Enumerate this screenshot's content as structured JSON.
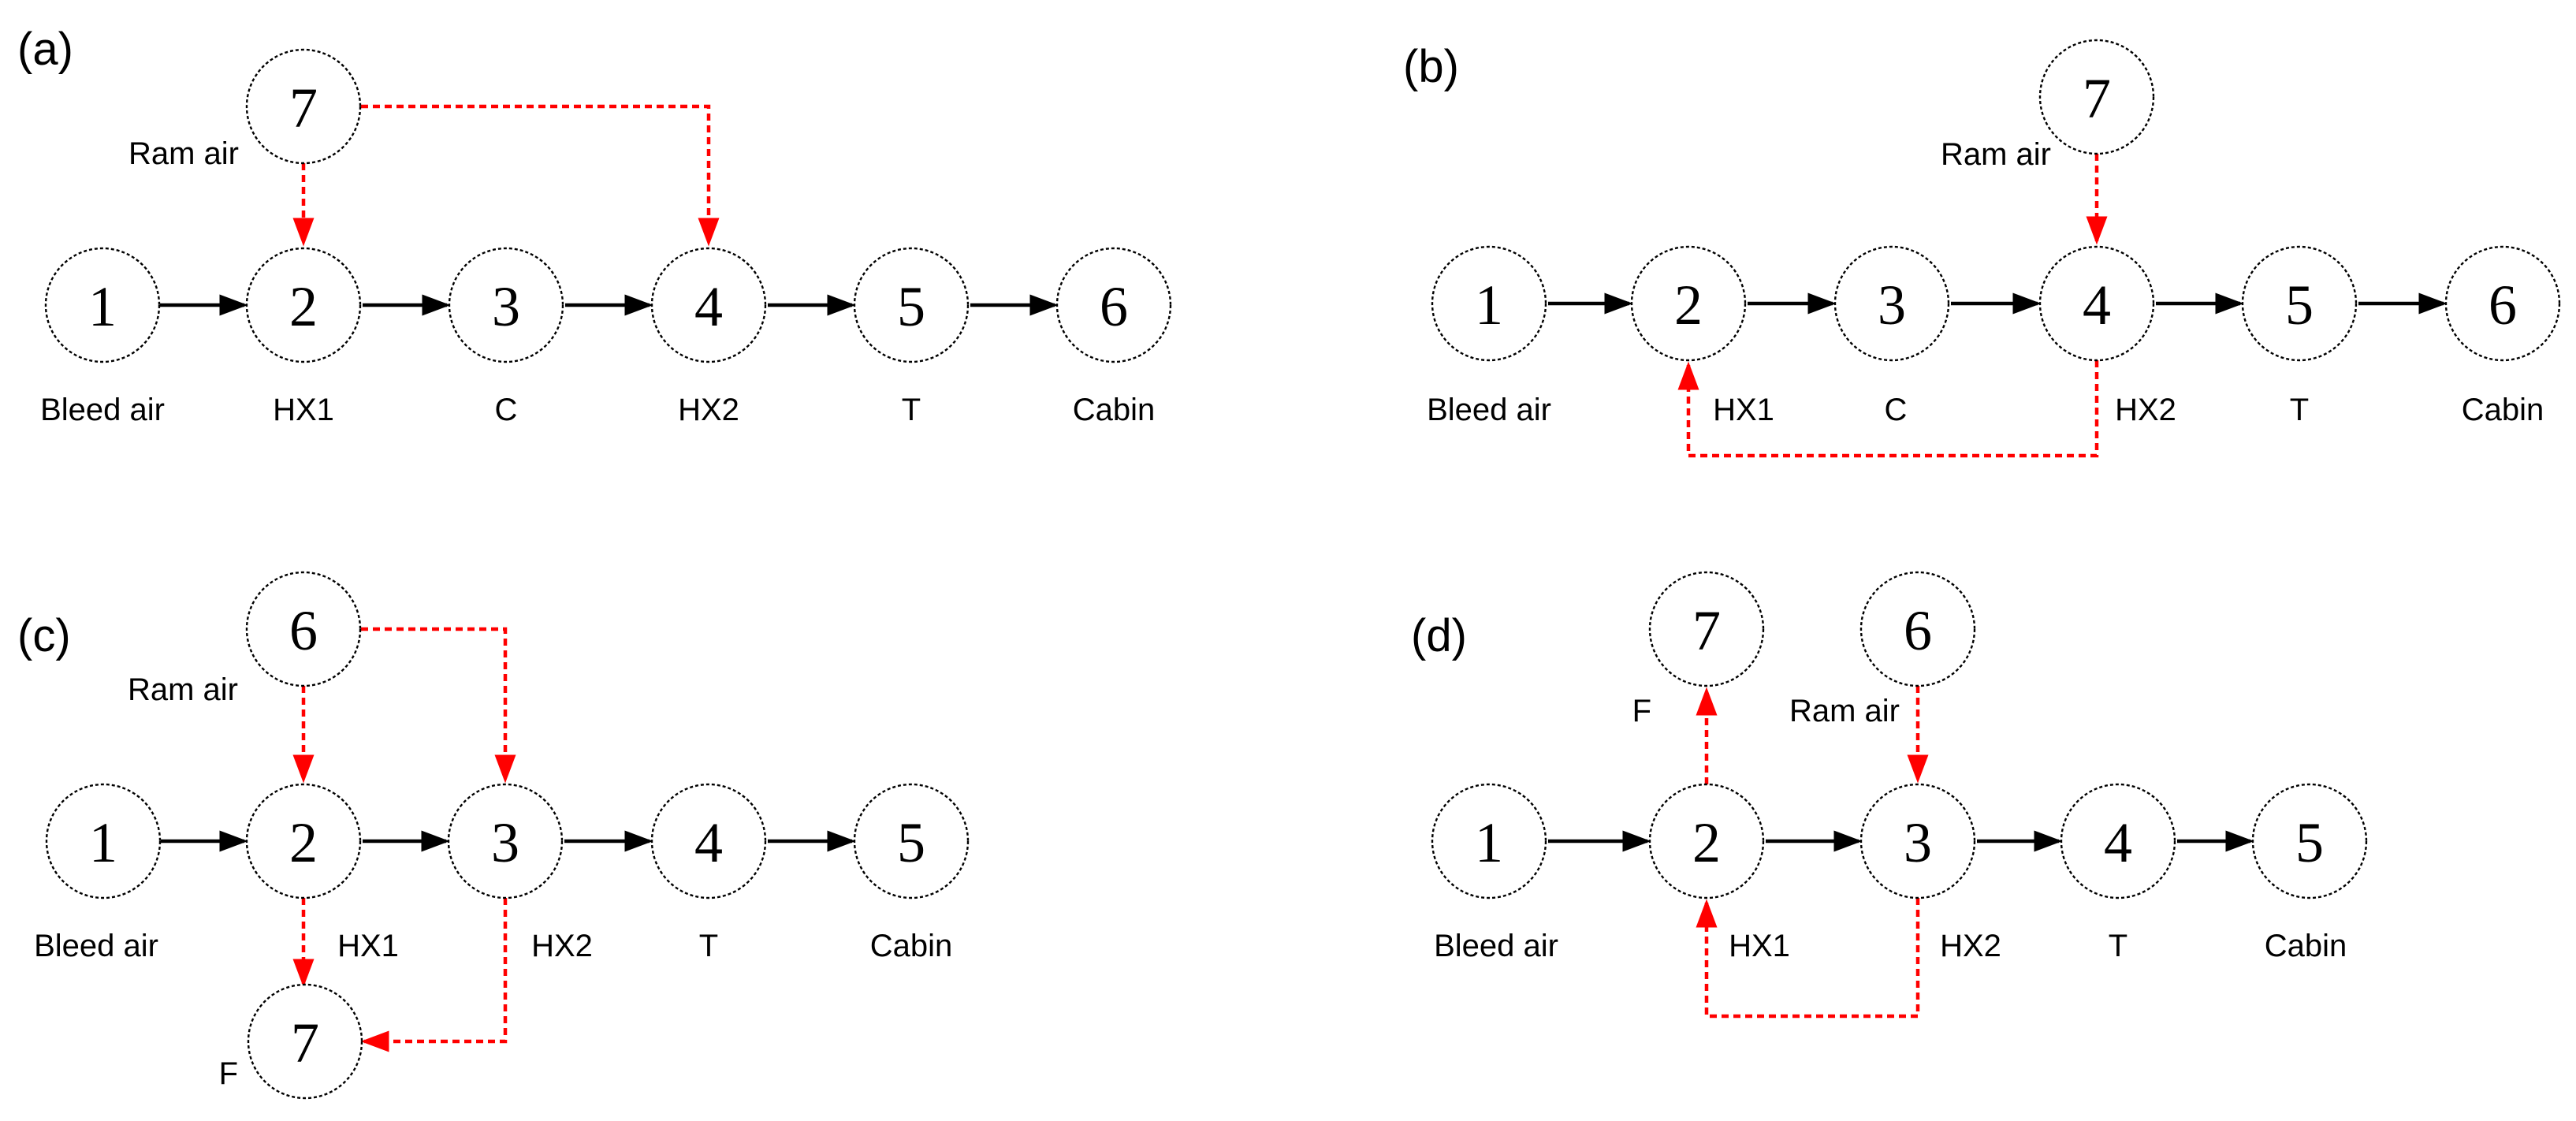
{
  "panels": [
    {
      "id": "a",
      "label": "(a)",
      "nodes": [
        {
          "num": "1",
          "label": "Bleed air"
        },
        {
          "num": "2",
          "label": "HX1"
        },
        {
          "num": "3",
          "label": "C"
        },
        {
          "num": "4",
          "label": "HX2"
        },
        {
          "num": "5",
          "label": "T"
        },
        {
          "num": "6",
          "label": "Cabin"
        },
        {
          "num": "7",
          "label": "Ram air"
        }
      ]
    },
    {
      "id": "b",
      "label": "(b)",
      "nodes": [
        {
          "num": "1",
          "label": "Bleed air"
        },
        {
          "num": "2",
          "label": "HX1"
        },
        {
          "num": "3",
          "label": "C"
        },
        {
          "num": "4",
          "label": "HX2"
        },
        {
          "num": "5",
          "label": "T"
        },
        {
          "num": "6",
          "label": "Cabin"
        },
        {
          "num": "7",
          "label": "Ram air"
        }
      ]
    },
    {
      "id": "c",
      "label": "(c)",
      "nodes": [
        {
          "num": "1",
          "label": "Bleed air"
        },
        {
          "num": "2",
          "label": "HX1"
        },
        {
          "num": "3",
          "label": "HX2"
        },
        {
          "num": "4",
          "label": "T"
        },
        {
          "num": "5",
          "label": "Cabin"
        },
        {
          "num": "6",
          "label": "Ram air"
        },
        {
          "num": "7",
          "label": "F"
        }
      ]
    },
    {
      "id": "d",
      "label": "(d)",
      "nodes": [
        {
          "num": "1",
          "label": "Bleed air"
        },
        {
          "num": "2",
          "label": "HX1"
        },
        {
          "num": "3",
          "label": "HX2"
        },
        {
          "num": "4",
          "label": "T"
        },
        {
          "num": "5",
          "label": "Cabin"
        },
        {
          "num": "6",
          "label": "Ram air"
        },
        {
          "num": "7",
          "label": "F"
        }
      ]
    }
  ],
  "colors": {
    "main_flow": "#000000",
    "auxiliary_flow": "#ff0000"
  }
}
